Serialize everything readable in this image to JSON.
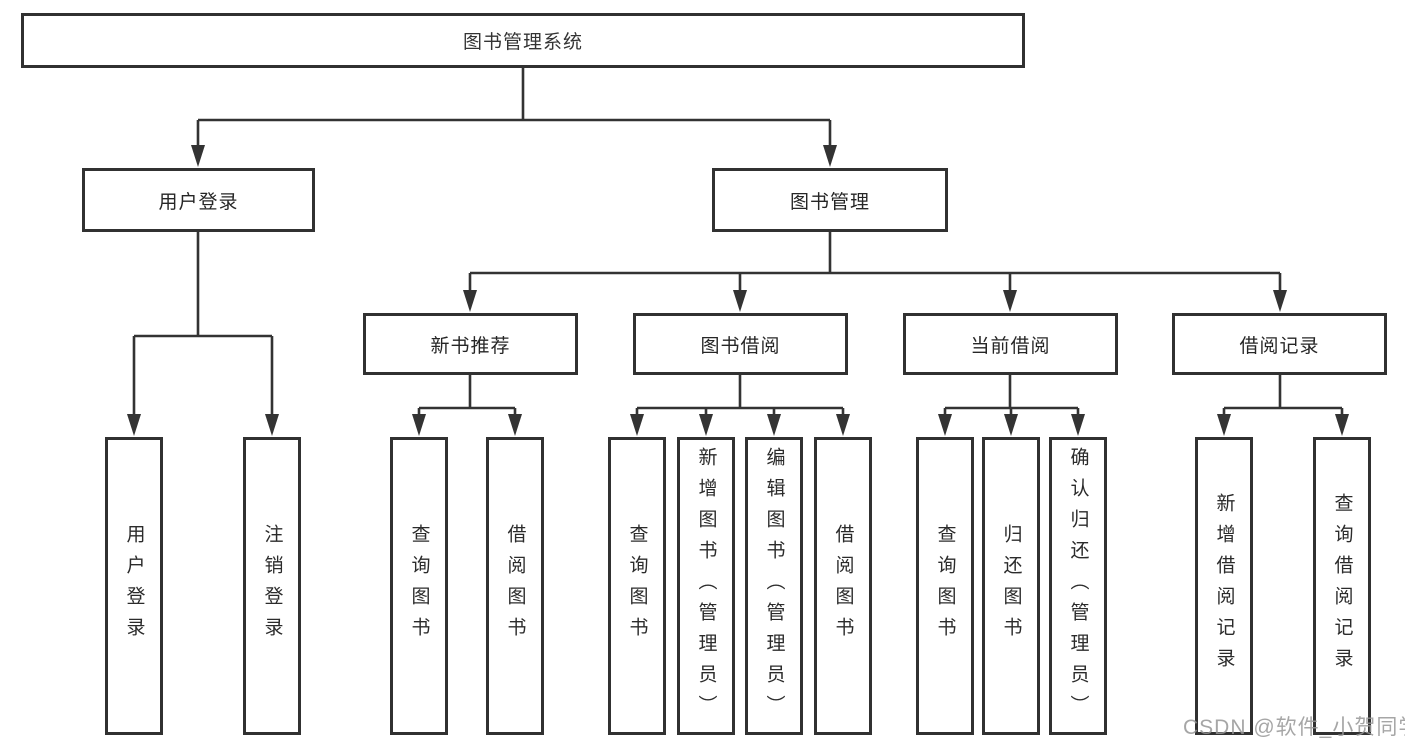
{
  "tree": {
    "label": "图书管理系统",
    "children": [
      {
        "label": "用户登录",
        "children": [
          {
            "label": "用户登录"
          },
          {
            "label": "注销登录"
          }
        ]
      },
      {
        "label": "图书管理",
        "children": [
          {
            "label": "新书推荐",
            "children": [
              {
                "label": "查询图书"
              },
              {
                "label": "借阅图书"
              }
            ]
          },
          {
            "label": "图书借阅",
            "children": [
              {
                "label": "查询图书"
              },
              {
                "label": "新增图书（管理员）"
              },
              {
                "label": "编辑图书（管理员）"
              },
              {
                "label": "借阅图书"
              }
            ]
          },
          {
            "label": "当前借阅",
            "children": [
              {
                "label": "查询图书"
              },
              {
                "label": "归还图书"
              },
              {
                "label": "确认归还（管理员）"
              }
            ]
          },
          {
            "label": "借阅记录",
            "children": [
              {
                "label": "新增借阅记录"
              },
              {
                "label": "查询借阅记录"
              }
            ]
          }
        ]
      }
    ]
  },
  "watermark": {
    "text": "CSDN @软件_小贺同学"
  },
  "colors": {
    "line": "#333333",
    "border": "#313131",
    "text": "#2b2b2b",
    "watermark": "#969696",
    "background": "#ffffff"
  }
}
